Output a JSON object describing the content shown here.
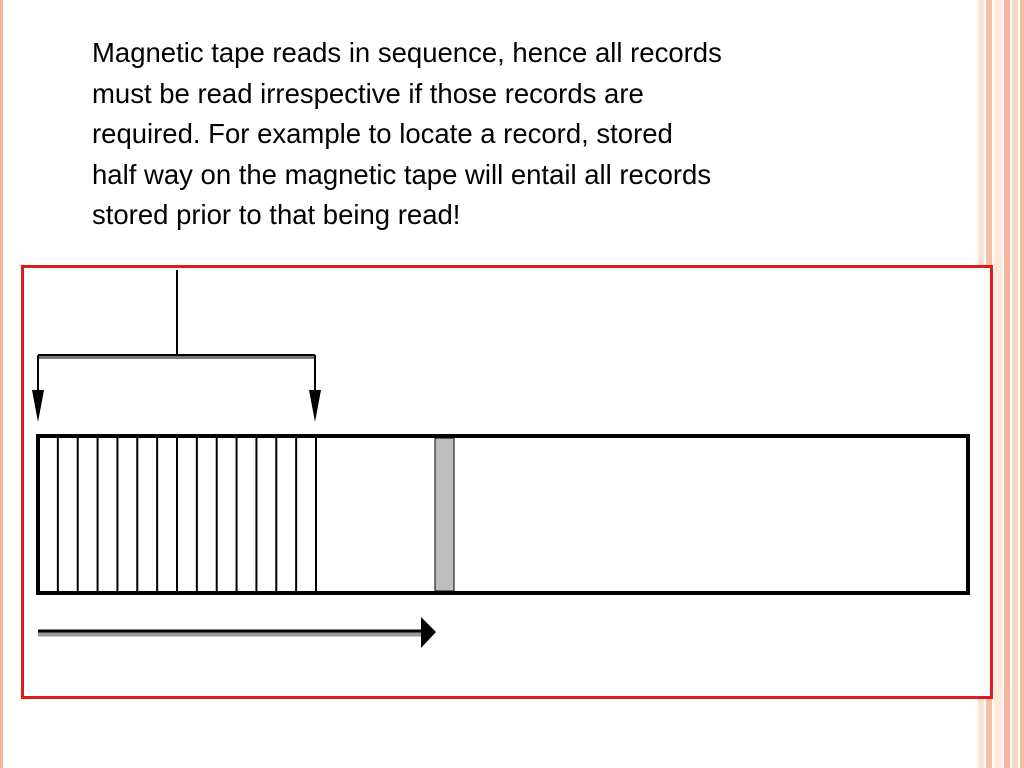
{
  "slide": {
    "body_lines": [
      "Magnetic tape reads in sequence, hence all records",
      "must be read irrespective if those records are",
      "required. For example to locate a record, stored",
      "half way on the magnetic tape will entail all records",
      "stored prior to that being read!"
    ]
  },
  "diagram": {
    "read_record_count": 14,
    "target_record_shaded": true,
    "read_direction": "left-to-right"
  },
  "colors": {
    "frame_border": "#e01b1b",
    "target_record_fill": "#bdbdbd",
    "theme_stripe_light": "#fbd9c9",
    "theme_stripe_mid": "#f4b79e"
  }
}
